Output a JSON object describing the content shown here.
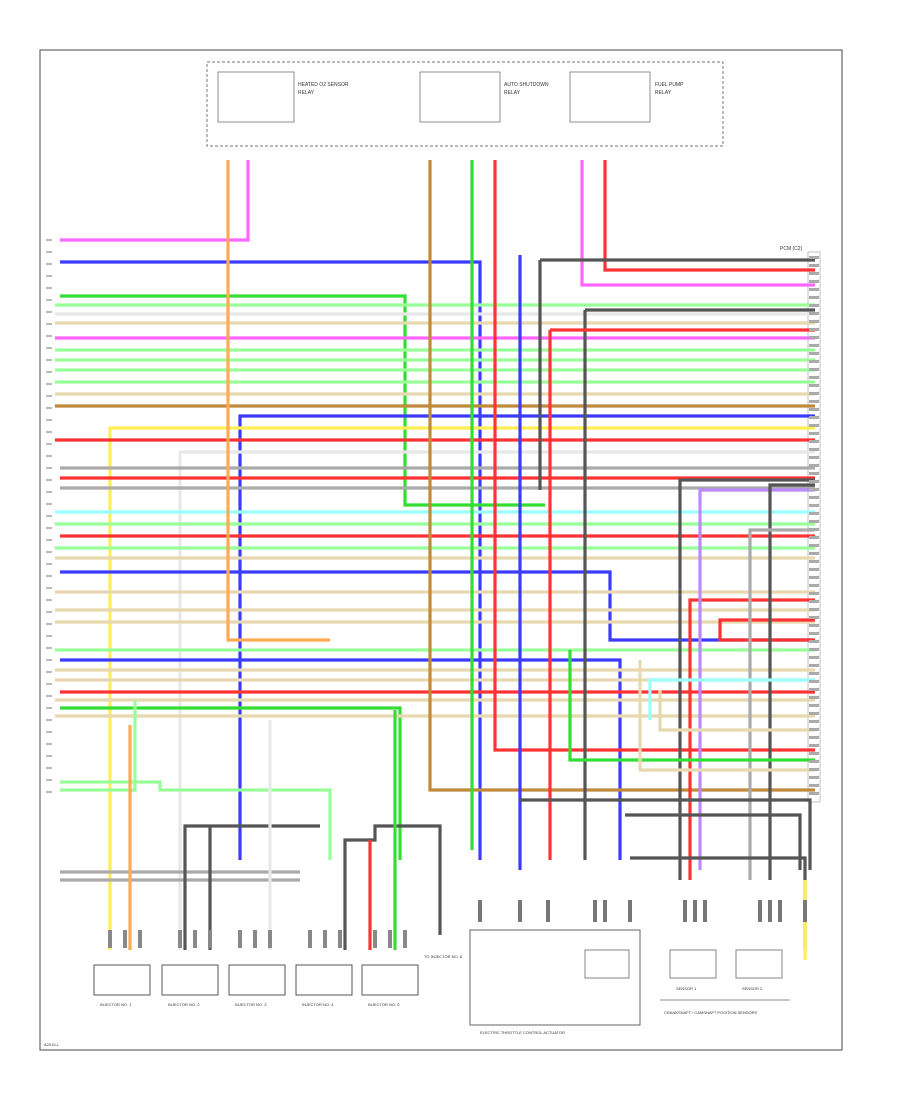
{
  "diagram": {
    "footer_code": "A2015-L",
    "wire_colors": {
      "PNK": "#ff66ff",
      "BLU": "#3b3bff",
      "GRN": "#33dd33",
      "LT GRN": "#99ff99",
      "RED": "#ff3333",
      "ORN": "#ffaa55",
      "YEL": "#ffee55",
      "WHT": "#e8e8e8",
      "BRN": "#c08a3a",
      "GRY": "#aaaaaa",
      "BLK": "#555555",
      "LT BLU": "#99ffff",
      "VIO": "#bb88ff",
      "TAN": "#e8d8b0"
    },
    "top_modules": [
      {
        "label_a": "HEATED O2 SENSOR",
        "label_b": "RELAY"
      },
      {
        "label_a": "AUTO SHUTDOWN",
        "label_b": "RELAY"
      },
      {
        "label_a": "FUEL PUMP",
        "label_b": "RELAY"
      }
    ],
    "pcm_label": "PCM (C2)",
    "injectors": [
      {
        "label": "INJECTOR NO. 1"
      },
      {
        "label": "INJECTOR NO. 2"
      },
      {
        "label": "INJECTOR NO. 3"
      },
      {
        "label": "INJECTOR NO. 4"
      },
      {
        "label": "INJECTOR NO. 5"
      }
    ],
    "throttle_group_label": "ELECTRIC THROTTLE CONTROL ACTUATOR",
    "sensor_group_label": "CRANKSHAFT / CAMSHAFT POSITION SENSORS",
    "sensors": [
      {
        "label": "SENSOR 1"
      },
      {
        "label": "SENSOR 2"
      }
    ],
    "side_note": "TO INJECTOR NO. 6"
  }
}
